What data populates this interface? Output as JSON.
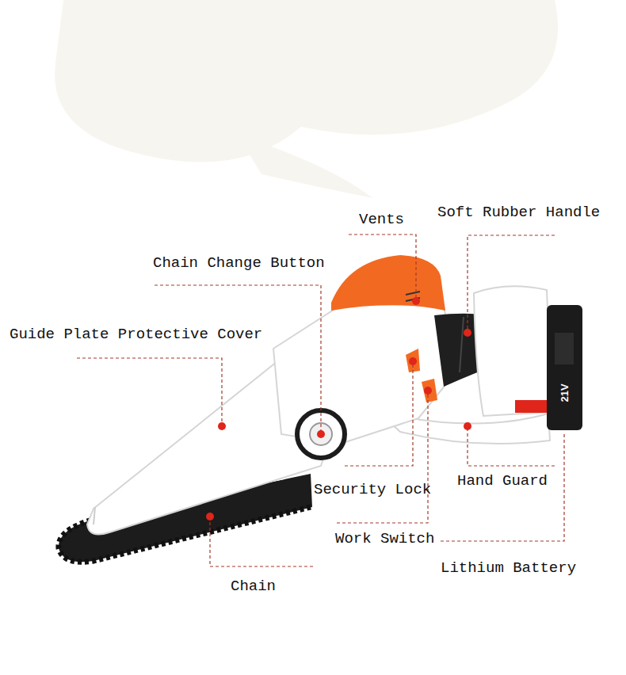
{
  "diagram": {
    "labels": [
      "Vents",
      "Soft Rubber Handle",
      "Chain Change Button",
      "Guide Plate Protective Cover",
      "Security Lock",
      "Hand Guard",
      "Work Switch",
      "Lithium Battery",
      "Chain",
      "21V"
    ]
  }
}
